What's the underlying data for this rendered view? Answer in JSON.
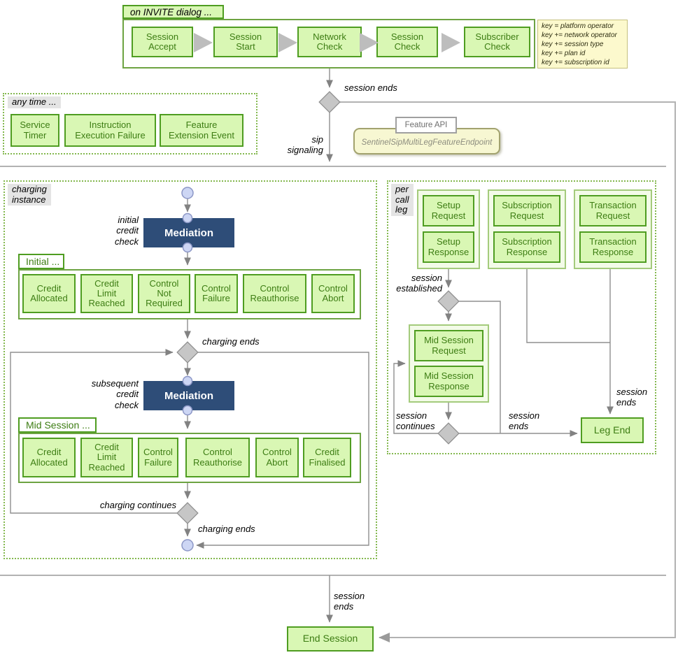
{
  "colors": {
    "action_fill": "#d9f7b4",
    "action_border": "#4f9d21",
    "action_text": "#3d7d13",
    "mediation_fill": "#2e4d78",
    "note_fill": "#fcf9cd",
    "feature_api_fill": "#f7f7d2",
    "dotted_border": "#84b84f",
    "diamond_fill": "#c6c6c6",
    "state_circle_fill": "#cdd6f4",
    "connector": "#8f8f8f"
  },
  "invite_dialog": {
    "label": "on INVITE dialog ...",
    "steps": [
      "Session\nAccept",
      "Session\nStart",
      "Network\nCheck",
      "Session\nCheck",
      "Subscriber\nCheck"
    ],
    "note": "key = platform operator\nkey += network operator\nkey += session type\nkey += plan id\nkey += subscription id"
  },
  "any_time": {
    "label": "any time ...",
    "events": [
      "Service\nTimer",
      "Instruction\nExecution Failure",
      "Feature\nExtension Event"
    ]
  },
  "feature_api": {
    "tag": "Feature API",
    "endpoint": "SentinelSipMultiLegFeatureEndpoint"
  },
  "labels": {
    "session_ends_top": "session ends",
    "sip_signaling": "sip\nsignaling",
    "charging_ends": "charging ends",
    "charging_continues": "charging continues",
    "charging_ends_final": "charging ends",
    "session_established": "session\nestablished",
    "session_continues": "session\ncontinues",
    "session_ends_leg": "session\nends",
    "session_ends_transaction": "session\nends",
    "session_ends_bottom": "session\nends"
  },
  "charging_instance": {
    "label": "charging\ninstance",
    "initial_credit_check": "initial\ncredit\ncheck",
    "mediation1": "Mediation",
    "initial_label": "Initial ...",
    "initial_events": [
      "Credit\nAllocated",
      "Credit\nLimit\nReached",
      "Control\nNot\nRequired",
      "Control\nFailure",
      "Control\nReauthorise",
      "Control\nAbort"
    ],
    "subsequent_credit_check": "subsequent\ncredit\ncheck",
    "mediation2": "Mediation",
    "mid_label": "Mid Session ...",
    "mid_events": [
      "Credit\nAllocated",
      "Credit\nLimit\nReached",
      "Control\nFailure",
      "Control\nReauthorise",
      "Control\nAbort",
      "Credit\nFinalised"
    ]
  },
  "per_call_leg": {
    "label": "per\ncall\nleg",
    "setup_request": "Setup\nRequest",
    "setup_response": "Setup\nResponse",
    "subscription_request": "Subscription\nRequest",
    "subscription_response": "Subscription\nResponse",
    "transaction_request": "Transaction\nRequest",
    "transaction_response": "Transaction\nResponse",
    "mid_session_request": "Mid Session\nRequest",
    "mid_session_response": "Mid Session\nResponse",
    "leg_end": "Leg End"
  },
  "end_session": "End Session"
}
